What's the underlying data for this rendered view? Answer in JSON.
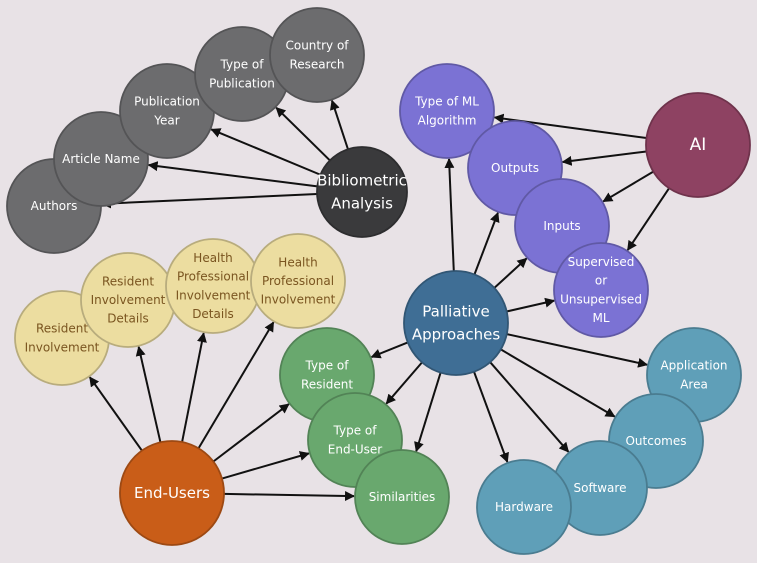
{
  "colors": {
    "background": "#e8e2e6",
    "bibliometric_gray": "#6c6c6e",
    "bibliometric_center": "#3a3a3c",
    "ai_purple": "#7b72d4",
    "ai_center": "#8e4262",
    "enduser_beige": "#ecdda0",
    "enduser_center": "#c95d18",
    "green": "#69a86e",
    "palliative_center": "#3f6e95",
    "blue": "#5f9fb8"
  },
  "nodes": {
    "authors": [
      "Authors"
    ],
    "article_name": [
      "Article Name"
    ],
    "publication_year": [
      "Publication",
      "Year"
    ],
    "type_of_publication": [
      "Type of",
      "Publication"
    ],
    "country_of_research": [
      "Country of",
      "Research"
    ],
    "bibliometric_analysis": [
      "Bibliometric",
      "Analysis"
    ],
    "type_of_ml_algorithm": [
      "Type of ML",
      "Algorithm"
    ],
    "outputs": [
      "Outputs"
    ],
    "inputs": [
      "Inputs"
    ],
    "supervised_ml": [
      "Supervised",
      "or",
      "Unsupervised",
      "ML"
    ],
    "ai": [
      "AI"
    ],
    "resident_involvement": [
      "Resident",
      "Involvement"
    ],
    "resident_involvement_details": [
      "Resident",
      "Involvement",
      "Details"
    ],
    "hp_involvement_details": [
      "Health",
      "Professional",
      "Involvement",
      "Details"
    ],
    "hp_involvement": [
      "Health",
      "Professional",
      "Involvement"
    ],
    "palliative_approaches": [
      "Palliative",
      "Approaches"
    ],
    "type_of_resident": [
      "Type of",
      "Resident"
    ],
    "type_of_end_user": [
      "Type of",
      "End-User"
    ],
    "similarities": [
      "Similarities"
    ],
    "end_users": [
      "End-Users"
    ],
    "application_area": [
      "Application",
      "Area"
    ],
    "outcomes": [
      "Outcomes"
    ],
    "software": [
      "Software"
    ],
    "hardware": [
      "Hardware"
    ]
  },
  "edges": [
    [
      "bibliometric_analysis",
      "authors"
    ],
    [
      "bibliometric_analysis",
      "article_name"
    ],
    [
      "bibliometric_analysis",
      "publication_year"
    ],
    [
      "bibliometric_analysis",
      "type_of_publication"
    ],
    [
      "bibliometric_analysis",
      "country_of_research"
    ],
    [
      "ai",
      "type_of_ml_algorithm"
    ],
    [
      "ai",
      "outputs"
    ],
    [
      "ai",
      "inputs"
    ],
    [
      "ai",
      "supervised_ml"
    ],
    [
      "palliative_approaches",
      "type_of_ml_algorithm"
    ],
    [
      "palliative_approaches",
      "outputs"
    ],
    [
      "palliative_approaches",
      "inputs"
    ],
    [
      "palliative_approaches",
      "supervised_ml"
    ],
    [
      "palliative_approaches",
      "type_of_resident"
    ],
    [
      "palliative_approaches",
      "type_of_end_user"
    ],
    [
      "palliative_approaches",
      "similarities"
    ],
    [
      "palliative_approaches",
      "application_area"
    ],
    [
      "palliative_approaches",
      "outcomes"
    ],
    [
      "palliative_approaches",
      "software"
    ],
    [
      "palliative_approaches",
      "hardware"
    ],
    [
      "end_users",
      "resident_involvement"
    ],
    [
      "end_users",
      "resident_involvement_details"
    ],
    [
      "end_users",
      "hp_involvement_details"
    ],
    [
      "end_users",
      "hp_involvement"
    ],
    [
      "end_users",
      "type_of_resident"
    ],
    [
      "end_users",
      "type_of_end_user"
    ],
    [
      "end_users",
      "similarities"
    ]
  ]
}
